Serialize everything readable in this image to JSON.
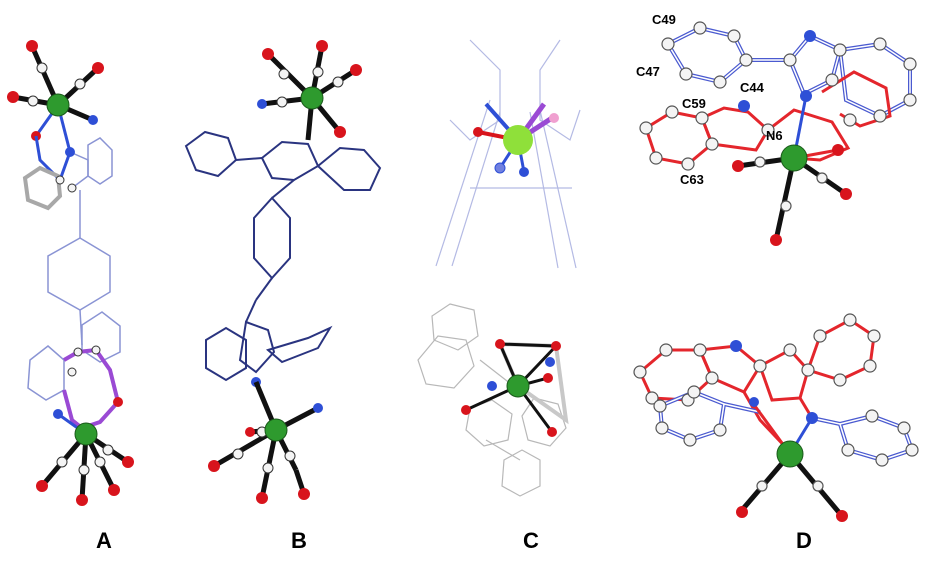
{
  "panels": [
    {
      "label": "A"
    },
    {
      "label": "B"
    },
    {
      "label": "C"
    },
    {
      "label": "D"
    }
  ],
  "atom_labels": [
    "C49",
    "C47",
    "C44",
    "C59",
    "N6",
    "C63"
  ],
  "colors": {
    "metal": "#2e9a2e",
    "metal_light": "#8fe03a",
    "oxygen": "#d8141c",
    "nitrogen": "#2e4fd6",
    "carbon": "#f4f4f4",
    "ligand_blue": "#3a4a9c",
    "ligand_pale": "#8a94d4",
    "ligand_gray": "#a8a8a8",
    "bond_red": "#e4262c",
    "bond_purple": "#9a4ad4",
    "bond_black": "#111111"
  }
}
